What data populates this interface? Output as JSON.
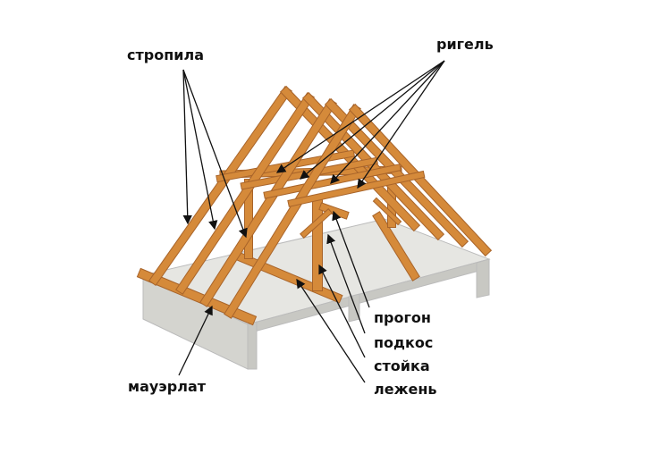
{
  "labels": {
    "rafters": "стропила",
    "collar_tie": "ригель",
    "purlin": "прогон",
    "strut": "подкос",
    "post": "стойка",
    "sleeper": "лежень",
    "wall_plate": "мауэрлат"
  },
  "colors": {
    "wood": "#d58a3a",
    "wood_dark": "#a8642a",
    "slab_top": "#e4e4e0",
    "slab_side": "#cfcfca"
  }
}
